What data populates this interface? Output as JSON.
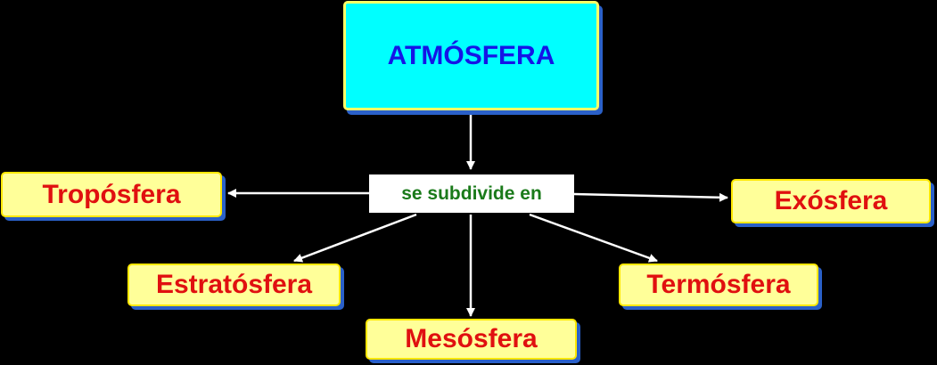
{
  "diagram": {
    "root": "ATMÓSFERA",
    "link": "se subdivide en",
    "layers": {
      "troposphere": "Tropósfera",
      "stratosphere": "Estratósfera",
      "mesosphere": "Mesósfera",
      "thermosphere": "Termósfera",
      "exosphere": "Exósfera"
    }
  },
  "colors": {
    "background": "#000000",
    "root_fill": "#00ffff",
    "root_text": "#1515e6",
    "leaf_fill": "#ffff99",
    "leaf_text": "#e01010",
    "link_text": "#1a7a1a",
    "shadow": "#2a60c8",
    "arrow": "#ffffff"
  }
}
